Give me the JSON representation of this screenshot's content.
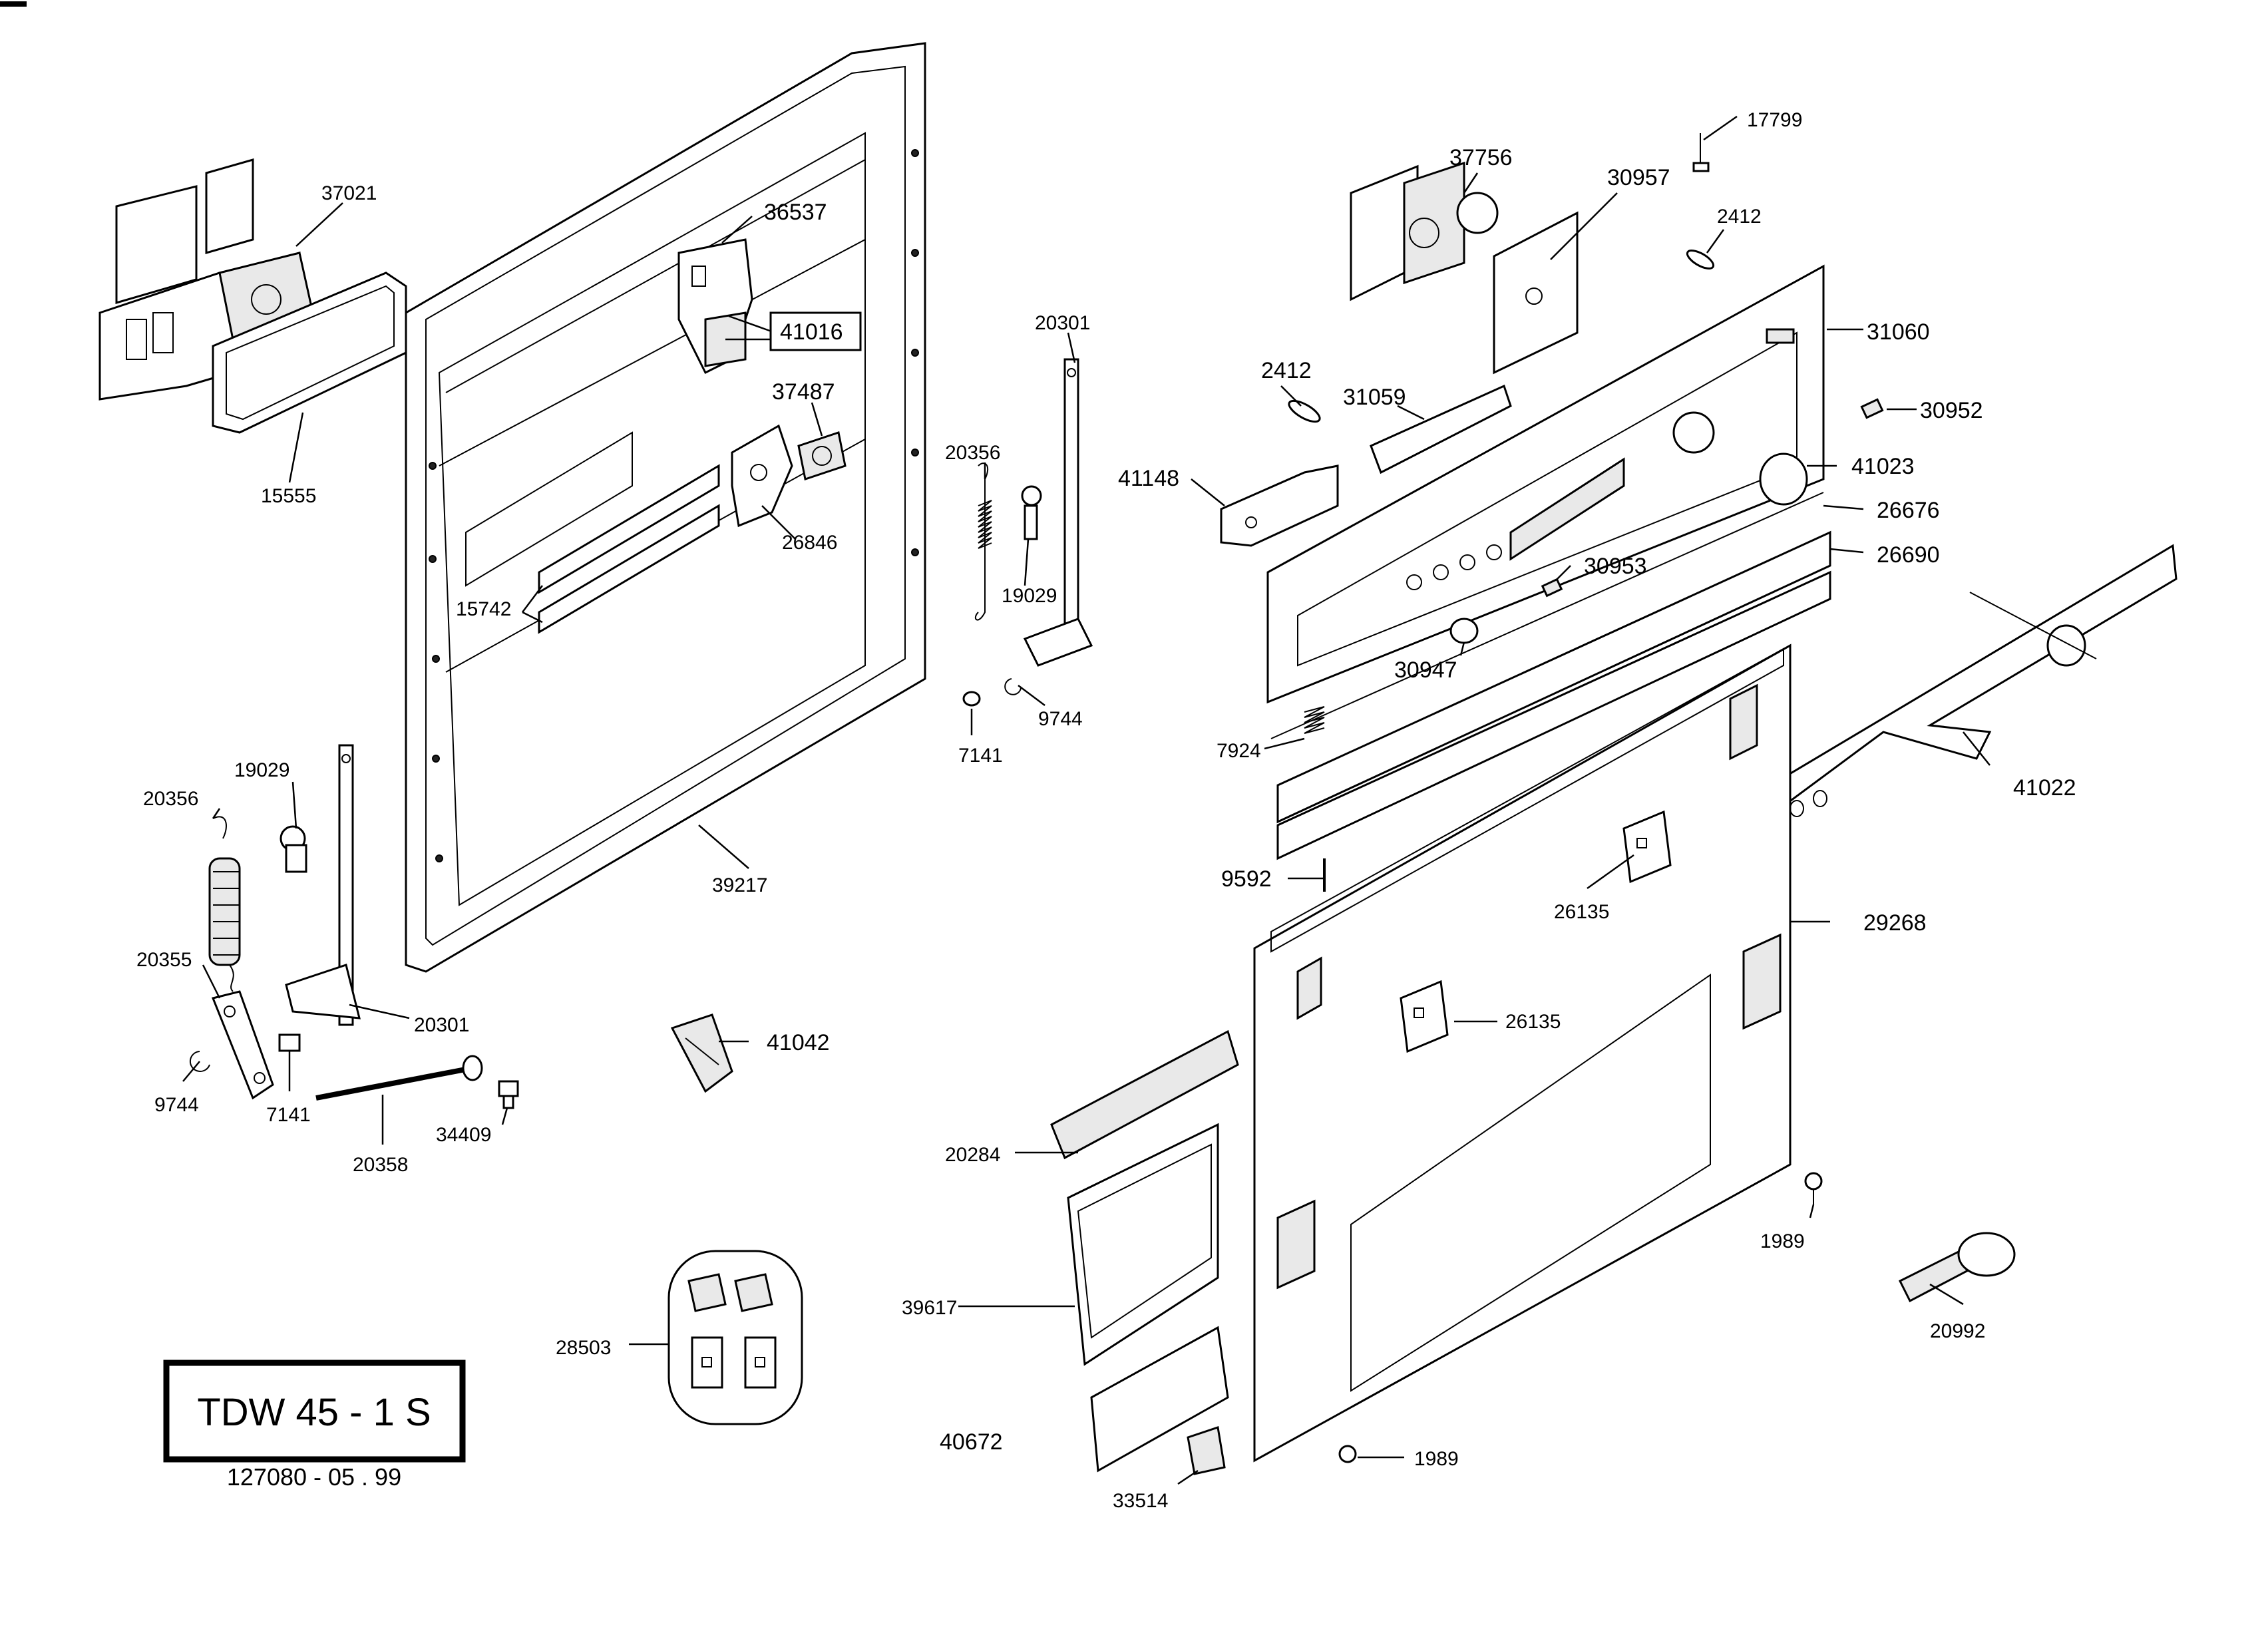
{
  "title_block": {
    "model": "TDW 45 - 1 S",
    "code": "127080  -  05 . 99"
  },
  "part_labels": [
    {
      "id": "37021",
      "text": "37021"
    },
    {
      "id": "15555",
      "text": "15555"
    },
    {
      "id": "36537",
      "text": "36537"
    },
    {
      "id": "41016",
      "text": "41016"
    },
    {
      "id": "37487",
      "text": "37487"
    },
    {
      "id": "26846",
      "text": "26846"
    },
    {
      "id": "15742",
      "text": "15742"
    },
    {
      "id": "39217",
      "text": "39217"
    },
    {
      "id": "20301a",
      "text": "20301"
    },
    {
      "id": "20356a",
      "text": "20356"
    },
    {
      "id": "19029a",
      "text": "19029"
    },
    {
      "id": "9744a",
      "text": "9744"
    },
    {
      "id": "7141a",
      "text": "7141"
    },
    {
      "id": "19029b",
      "text": "19029"
    },
    {
      "id": "20356b",
      "text": "20356"
    },
    {
      "id": "20355",
      "text": "20355"
    },
    {
      "id": "20301b",
      "text": "20301"
    },
    {
      "id": "9744b",
      "text": "9744"
    },
    {
      "id": "7141b",
      "text": "7141"
    },
    {
      "id": "20358",
      "text": "20358"
    },
    {
      "id": "34409",
      "text": "34409"
    },
    {
      "id": "41042",
      "text": "41042"
    },
    {
      "id": "28503",
      "text": "28503"
    },
    {
      "id": "17799",
      "text": "17799"
    },
    {
      "id": "37756",
      "text": "37756"
    },
    {
      "id": "30957",
      "text": "30957"
    },
    {
      "id": "2412a",
      "text": "2412"
    },
    {
      "id": "31060",
      "text": "31060"
    },
    {
      "id": "2412b",
      "text": "2412"
    },
    {
      "id": "31059",
      "text": "31059"
    },
    {
      "id": "30952",
      "text": "30952"
    },
    {
      "id": "41148",
      "text": "41148"
    },
    {
      "id": "41023",
      "text": "41023"
    },
    {
      "id": "26676",
      "text": "26676"
    },
    {
      "id": "26690",
      "text": "26690"
    },
    {
      "id": "30953",
      "text": "30953"
    },
    {
      "id": "30947",
      "text": "30947"
    },
    {
      "id": "7924",
      "text": "7924"
    },
    {
      "id": "41022",
      "text": "41022"
    },
    {
      "id": "9592",
      "text": "9592"
    },
    {
      "id": "26135a",
      "text": "26135"
    },
    {
      "id": "29268",
      "text": "29268"
    },
    {
      "id": "26135b",
      "text": "26135"
    },
    {
      "id": "20284",
      "text": "20284"
    },
    {
      "id": "1989a",
      "text": "1989"
    },
    {
      "id": "39617",
      "text": "39617"
    },
    {
      "id": "20992",
      "text": "20992"
    },
    {
      "id": "40672",
      "text": "40672"
    },
    {
      "id": "1989b",
      "text": "1989"
    },
    {
      "id": "33514",
      "text": "33514"
    }
  ]
}
